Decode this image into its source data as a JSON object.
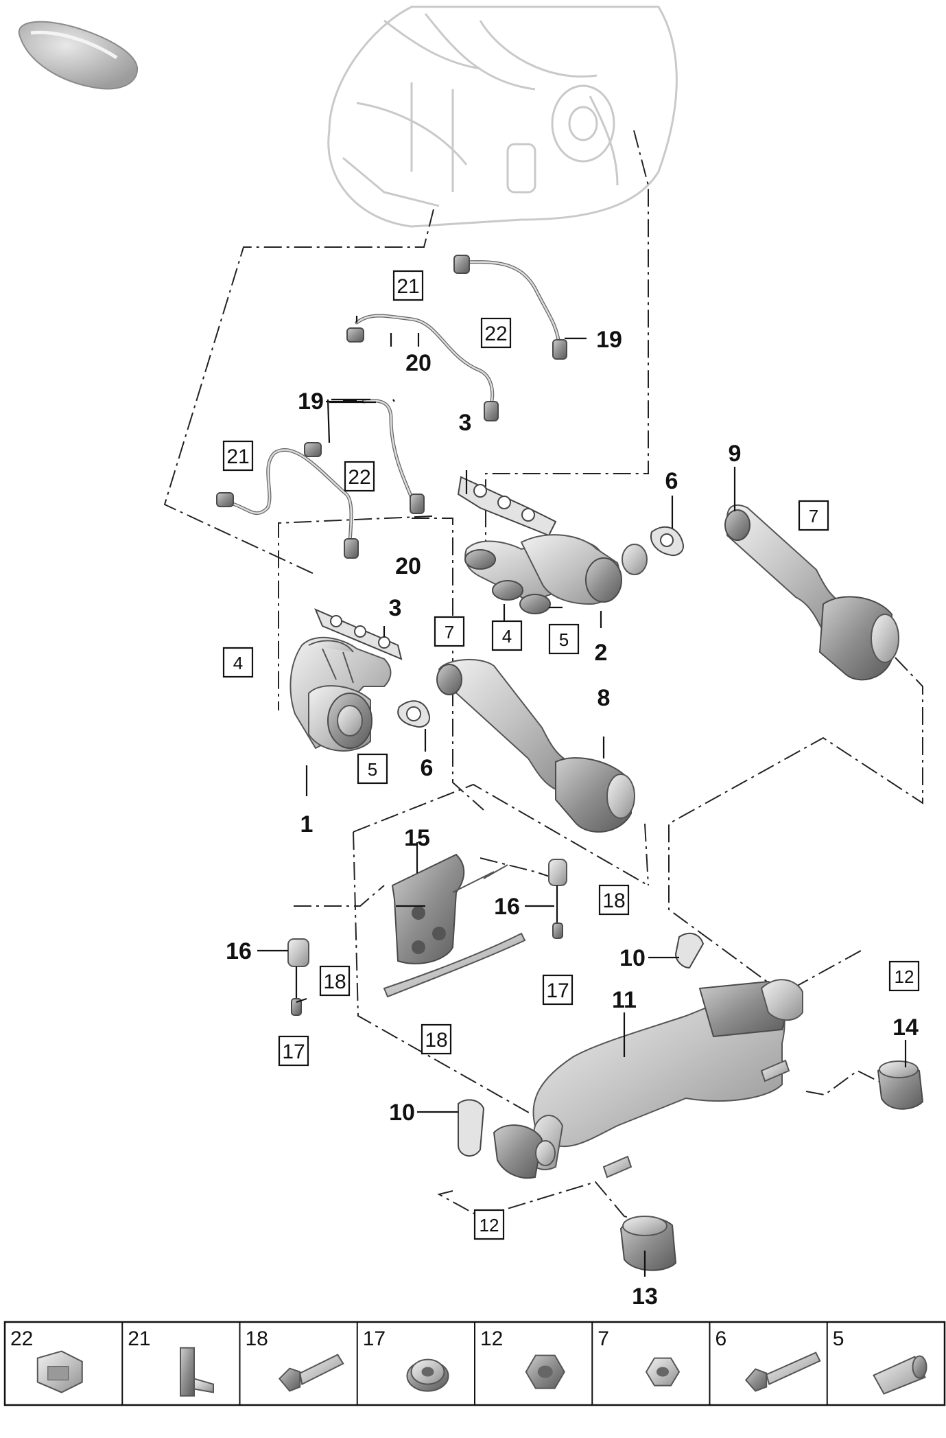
{
  "callouts": {
    "c1": "1",
    "c2": "2",
    "c3a": "3",
    "c3b": "3",
    "c6a": "6",
    "c6b": "6",
    "c8": "8",
    "c9": "9",
    "c10a": "10",
    "c10b": "10",
    "c11": "11",
    "c13": "13",
    "c14": "14",
    "c15": "15",
    "c16a": "16",
    "c16b": "16",
    "c19a": "19",
    "c19b": "19",
    "c20a": "20",
    "c20b": "20"
  },
  "boxed_callouts": {
    "b21a": "21",
    "b21b": "21",
    "b22a": "22",
    "b22b": "22",
    "b4a": "4",
    "b4b": "4",
    "b5a": "5",
    "b5b": "5",
    "b7a": "7",
    "b7b": "7",
    "b18a": "18",
    "b18b": "18",
    "b18c": "18",
    "b17a": "17",
    "b17b": "17",
    "b12a": "12",
    "b12b": "12"
  },
  "legend": [
    {
      "number": "22",
      "icon": "clip-icon"
    },
    {
      "number": "21",
      "icon": "bracket-icon"
    },
    {
      "number": "18",
      "icon": "bolt-icon"
    },
    {
      "number": "17",
      "icon": "flange-nut-icon"
    },
    {
      "number": "12",
      "icon": "hex-nut-icon"
    },
    {
      "number": "7",
      "icon": "hex-nut-small-icon"
    },
    {
      "number": "6",
      "icon": "long-bolt-icon"
    },
    {
      "number": "5",
      "icon": "sleeve-icon"
    }
  ],
  "colors": {
    "line": "#111111",
    "part_light": "#d9d9d9",
    "part_dark": "#7a7a7a",
    "background": "#ffffff"
  }
}
